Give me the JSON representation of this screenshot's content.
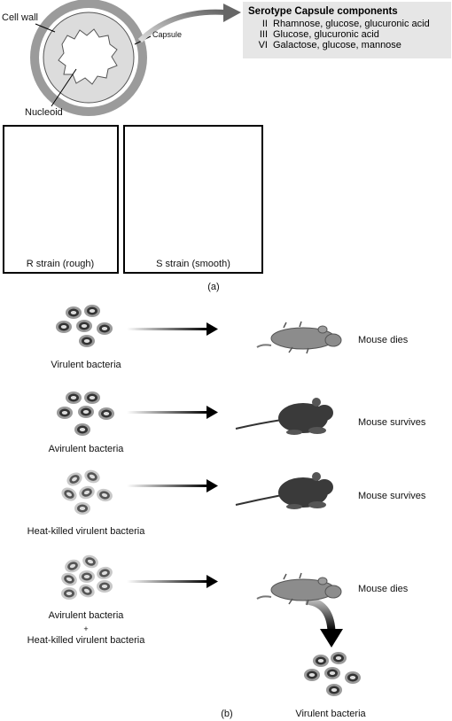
{
  "labels": {
    "cell_wall": "Cell wall",
    "capsule": "Capsule",
    "nucleoid": "Nucleoid",
    "r_strain": "R strain (rough)",
    "s_strain": "S strain (smooth)",
    "part_a": "(a)",
    "part_b": "(b)"
  },
  "capsule_table": {
    "header": "Serotype Capsule components",
    "rows": [
      {
        "serotype": "II",
        "components": "Rhamnose, glucose, glucuronic acid"
      },
      {
        "serotype": "III",
        "components": "Glucose, glucuronic acid"
      },
      {
        "serotype": "VI",
        "components": "Galactose, glucose, mannose"
      }
    ]
  },
  "experiments": [
    {
      "inoculum": "Virulent bacteria",
      "inoculum_2": "",
      "inoculum_3": "",
      "outcome": "Mouse dies"
    },
    {
      "inoculum": "Avirulent bacteria",
      "inoculum_2": "",
      "inoculum_3": "",
      "outcome": "Mouse survives"
    },
    {
      "inoculum": "Heat-killed virulent bacteria",
      "inoculum_2": "",
      "inoculum_3": "",
      "outcome": "Mouse survives"
    },
    {
      "inoculum": "Avirulent bacteria",
      "inoculum_2": "+",
      "inoculum_3": "Heat-killed virulent bacteria",
      "outcome": "Mouse dies"
    }
  ],
  "recovered": "Virulent bacteria",
  "colors": {
    "bacterium_fill": "#333333",
    "capsule_gray": "#9a9a9a",
    "killed_gray": "#c8c8c8",
    "table_bg": "#e6e6e6",
    "mouse_alive": "#3a3a3a",
    "mouse_dead": "#8c8c8c"
  }
}
